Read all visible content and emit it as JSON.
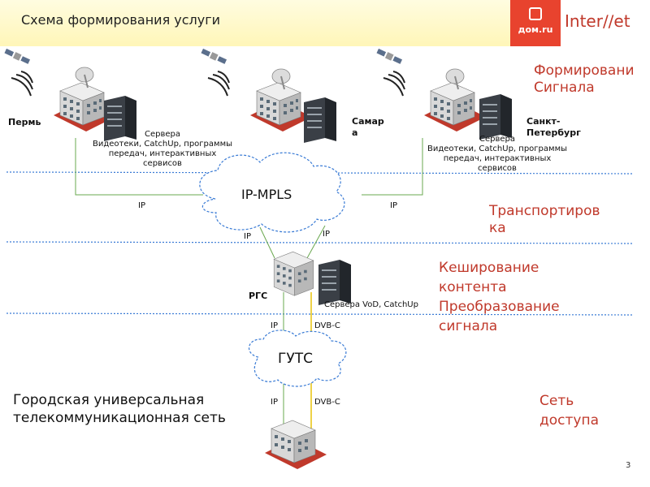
{
  "header": {
    "title": "Схема формирования услуги",
    "logo_domru": "дом.ru",
    "logo_internet": "Inter∕∕et"
  },
  "cities": {
    "perm": "Пермь",
    "samara": "Самар\nа",
    "spb": "Санкт-\nПетербург"
  },
  "servers": {
    "left": "Сервера\nВидеотеки, CatchUp, программы\nпередач, интерактивных\nсервисов",
    "right": "Сервера\nВидеотеки, CatchUp, программы\nпередач, интерактивных\nсервисов",
    "rgs": "Сервера  VoD, CatchUp"
  },
  "clouds": {
    "mpls": "IP-MPLS",
    "guts": "ГУТС"
  },
  "links": {
    "ip_left": "IP",
    "ip_right": "IP",
    "ip_cloud_left": "IP",
    "ip_cloud_right": "IP",
    "ip_rgs": "IP",
    "dvbc_rgs": "DVB-C",
    "ip_guts": "IP",
    "dvbc_guts": "DVB-C"
  },
  "nodes": {
    "rgs": "РГС"
  },
  "sections": {
    "formation": "Формировани\nСигнала",
    "transport": "Транспортиров\nка",
    "caching": "Кеширование\nконтента\nПреобразование\nсигнала",
    "access": "Сеть\nдоступа"
  },
  "city_network": "Городская универсальная\nтелекоммуникационная сеть",
  "page_number": "3"
}
